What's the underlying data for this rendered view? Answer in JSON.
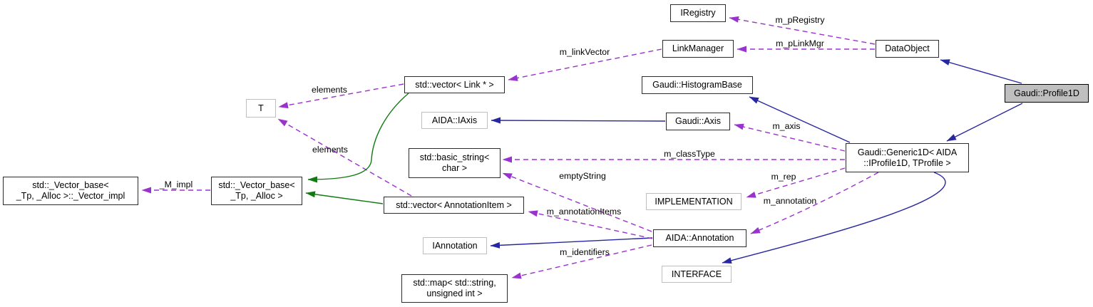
{
  "diagram": {
    "kind": "collaboration-graph",
    "main_class": "Gaudi::Profile1D",
    "colors": {
      "usage": "#9a32cd",
      "public_inheritance": "#2727a0",
      "private_inheritance": "#127a12",
      "node_border": "#2b2b2b",
      "undocumented_border": "#bfbfbf",
      "main_node_fill": "#bfbfbf",
      "node_fill": "#ffffff",
      "background": "#ffffff",
      "text": "#000000"
    }
  },
  "nodes": [
    {
      "id": "iregistry",
      "label": "IRegistry",
      "kind": "class"
    },
    {
      "id": "linkmanager",
      "label": "LinkManager",
      "kind": "class"
    },
    {
      "id": "dataobject",
      "label": "DataObject",
      "kind": "class"
    },
    {
      "id": "histogrambase",
      "label": "Gaudi::HistogramBase",
      "kind": "class"
    },
    {
      "id": "profile1d",
      "label": "Gaudi::Profile1D",
      "kind": "main"
    },
    {
      "id": "vector-link",
      "label": "std::vector< Link * >",
      "kind": "class"
    },
    {
      "id": "t",
      "label": "T",
      "kind": "placeholder"
    },
    {
      "id": "aida-iaxis",
      "label": "AIDA::IAxis",
      "kind": "placeholder"
    },
    {
      "id": "gaudi-axis",
      "label": "Gaudi::Axis",
      "kind": "class"
    },
    {
      "id": "generic1d",
      "label": "Gaudi::Generic1D< AIDA\n::IProfile1D, TProfile >",
      "kind": "class"
    },
    {
      "id": "basic-string",
      "label": "std::basic_string<\nchar >",
      "kind": "class"
    },
    {
      "id": "implementation",
      "label": "IMPLEMENTATION",
      "kind": "placeholder"
    },
    {
      "id": "vector-impl",
      "label": "std::_Vector_base<\n_Tp, _Alloc >::_Vector_impl",
      "kind": "class"
    },
    {
      "id": "vector-base",
      "label": "std::_Vector_base<\n_Tp, _Alloc >",
      "kind": "class"
    },
    {
      "id": "vector-annotationitem",
      "label": "std::vector< AnnotationItem >",
      "kind": "class"
    },
    {
      "id": "aida-annotation",
      "label": "AIDA::Annotation",
      "kind": "class"
    },
    {
      "id": "iannotation",
      "label": "IAnnotation",
      "kind": "placeholder"
    },
    {
      "id": "interface",
      "label": "INTERFACE",
      "kind": "placeholder"
    },
    {
      "id": "std-map",
      "label": "std::map< std::string,\nunsigned int >",
      "kind": "class"
    }
  ],
  "edges": [
    {
      "id": "e1",
      "from": "dataobject",
      "to": "iregistry",
      "label": "m_pRegistry",
      "kind": "usage"
    },
    {
      "id": "e2",
      "from": "dataobject",
      "to": "linkmanager",
      "label": "m_pLinkMgr",
      "kind": "usage"
    },
    {
      "id": "e3",
      "from": "linkmanager",
      "to": "vector-link",
      "label": "m_linkVector",
      "kind": "usage"
    },
    {
      "id": "e4",
      "from": "vector-link",
      "to": "t",
      "label": "elements",
      "kind": "usage"
    },
    {
      "id": "e5",
      "from": "vector-annotationitem",
      "to": "t",
      "label": "elements",
      "kind": "usage"
    },
    {
      "id": "e6",
      "from": "vector-link",
      "to": "vector-base",
      "label": "",
      "kind": "private"
    },
    {
      "id": "e7",
      "from": "vector-annotationitem",
      "to": "vector-base",
      "label": "",
      "kind": "private"
    },
    {
      "id": "e8",
      "from": "vector-base",
      "to": "vector-impl",
      "label": "_M_impl",
      "kind": "usage"
    },
    {
      "id": "e9",
      "from": "gaudi-axis",
      "to": "aida-iaxis",
      "label": "",
      "kind": "public"
    },
    {
      "id": "e10",
      "from": "aida-annotation",
      "to": "iannotation",
      "label": "",
      "kind": "public"
    },
    {
      "id": "e11",
      "from": "profile1d",
      "to": "dataobject",
      "label": "",
      "kind": "public"
    },
    {
      "id": "e12",
      "from": "profile1d",
      "to": "generic1d",
      "label": "",
      "kind": "public"
    },
    {
      "id": "e13",
      "from": "generic1d",
      "to": "histogrambase",
      "label": "",
      "kind": "public"
    },
    {
      "id": "e14",
      "from": "generic1d",
      "to": "interface",
      "label": "",
      "kind": "public"
    },
    {
      "id": "e15",
      "from": "generic1d",
      "to": "gaudi-axis",
      "label": "m_axis",
      "kind": "usage"
    },
    {
      "id": "e16",
      "from": "generic1d",
      "to": "basic-string",
      "label": "m_classType",
      "kind": "usage"
    },
    {
      "id": "e17",
      "from": "generic1d",
      "to": "implementation",
      "label": "m_rep",
      "kind": "usage"
    },
    {
      "id": "e18",
      "from": "generic1d",
      "to": "aida-annotation",
      "label": "m_annotation",
      "kind": "usage"
    },
    {
      "id": "e19",
      "from": "aida-annotation",
      "to": "basic-string",
      "label": "emptyString",
      "kind": "usage"
    },
    {
      "id": "e20",
      "from": "aida-annotation",
      "to": "vector-annotationitem",
      "label": "m_annotationItems",
      "kind": "usage"
    },
    {
      "id": "e21",
      "from": "aida-annotation",
      "to": "std-map",
      "label": "m_identifiers",
      "kind": "usage"
    }
  ]
}
